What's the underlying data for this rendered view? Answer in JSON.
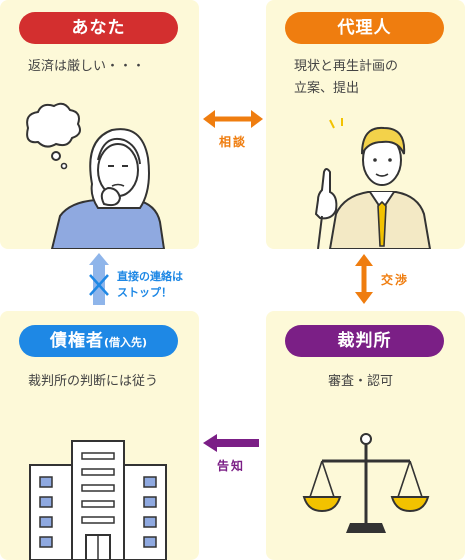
{
  "you": {
    "title": "あなた",
    "desc": "返済は厳しい・・・",
    "color": "#d32f2f"
  },
  "agent": {
    "title": "代理人",
    "desc_line1": "現状と再生計画の",
    "desc_line2": "立案、提出",
    "color": "#ef7d0f"
  },
  "creditor": {
    "title": "債権者",
    "title_sub": "(借入先)",
    "desc": "裁判所の判断には従う",
    "color": "#1e88e5"
  },
  "court": {
    "title": "裁判所",
    "desc": "審査・認可",
    "color": "#7b1f86"
  },
  "connectors": {
    "consult": "相談",
    "negotiate": "交渉",
    "notify": "告知",
    "stop_line1": "直接の連絡は",
    "stop_line2": "ストップ！"
  }
}
